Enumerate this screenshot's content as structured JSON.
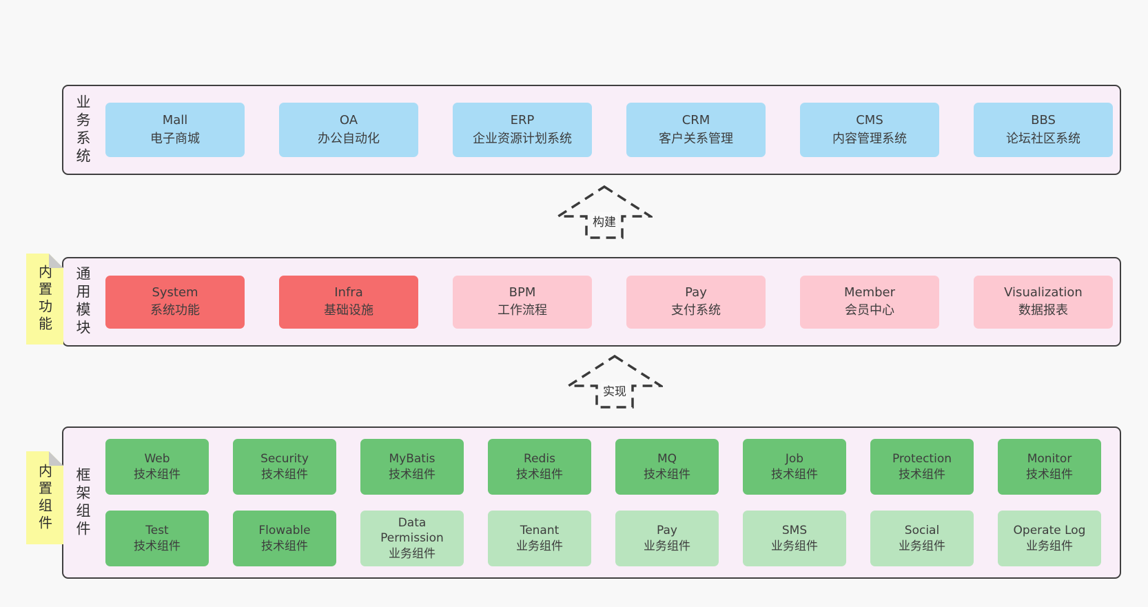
{
  "colors": {
    "page_bg": "#f8f8f8",
    "panel_bg": "#f9eef8",
    "panel_border": "#3f3f3f",
    "blue": "#a9dcf6",
    "red": "#f56c6c",
    "pink": "#fdc8d1",
    "green_dark": "#6bc475",
    "green_light": "#b9e4be",
    "note_bg": "#fbfa9e",
    "note_fold": "#c9c9c9",
    "arrow_stroke": "#3a3a3a",
    "text": "#3d3d3d"
  },
  "arrows": [
    {
      "label": "构建"
    },
    {
      "label": "实现"
    }
  ],
  "layers": [
    {
      "label": "业务系统",
      "boxes": [
        {
          "name": "Mall",
          "desc": "电子商城",
          "color": "blue"
        },
        {
          "name": "OA",
          "desc": "办公自动化",
          "color": "blue"
        },
        {
          "name": "ERP",
          "desc": "企业资源计划系统",
          "color": "blue"
        },
        {
          "name": "CRM",
          "desc": "客户关系管理",
          "color": "blue"
        },
        {
          "name": "CMS",
          "desc": "内容管理系统",
          "color": "blue"
        },
        {
          "name": "BBS",
          "desc": "论坛社区系统",
          "color": "blue"
        }
      ]
    },
    {
      "label": "通用模块",
      "note": "内置功能",
      "boxes": [
        {
          "name": "System",
          "desc": "系统功能",
          "color": "red"
        },
        {
          "name": "Infra",
          "desc": "基础设施",
          "color": "red"
        },
        {
          "name": "BPM",
          "desc": "工作流程",
          "color": "pink"
        },
        {
          "name": "Pay",
          "desc": "支付系统",
          "color": "pink"
        },
        {
          "name": "Member",
          "desc": "会员中心",
          "color": "pink"
        },
        {
          "name": "Visualization",
          "desc": "数据报表",
          "color": "pink"
        }
      ]
    },
    {
      "label": "框架组件",
      "note": "内置组件",
      "rows": [
        [
          {
            "name": "Web",
            "desc": "技术组件",
            "color": "green-dark"
          },
          {
            "name": "Security",
            "desc": "技术组件",
            "color": "green-dark"
          },
          {
            "name": "MyBatis",
            "desc": "技术组件",
            "color": "green-dark"
          },
          {
            "name": "Redis",
            "desc": "技术组件",
            "color": "green-dark"
          },
          {
            "name": "MQ",
            "desc": "技术组件",
            "color": "green-dark"
          },
          {
            "name": "Job",
            "desc": "技术组件",
            "color": "green-dark"
          },
          {
            "name": "Protection",
            "desc": "技术组件",
            "color": "green-dark"
          },
          {
            "name": "Monitor",
            "desc": "技术组件",
            "color": "green-dark"
          }
        ],
        [
          {
            "name": "Test",
            "desc": "技术组件",
            "color": "green-dark"
          },
          {
            "name": "Flowable",
            "desc": "技术组件",
            "color": "green-dark"
          },
          {
            "name": "Data Permission",
            "desc": "业务组件",
            "color": "green-light"
          },
          {
            "name": "Tenant",
            "desc": "业务组件",
            "color": "green-light"
          },
          {
            "name": "Pay",
            "desc": "业务组件",
            "color": "green-light"
          },
          {
            "name": "SMS",
            "desc": "业务组件",
            "color": "green-light"
          },
          {
            "name": "Social",
            "desc": "业务组件",
            "color": "green-light"
          },
          {
            "name": "Operate Log",
            "desc": "业务组件",
            "color": "green-light"
          }
        ]
      ]
    }
  ]
}
